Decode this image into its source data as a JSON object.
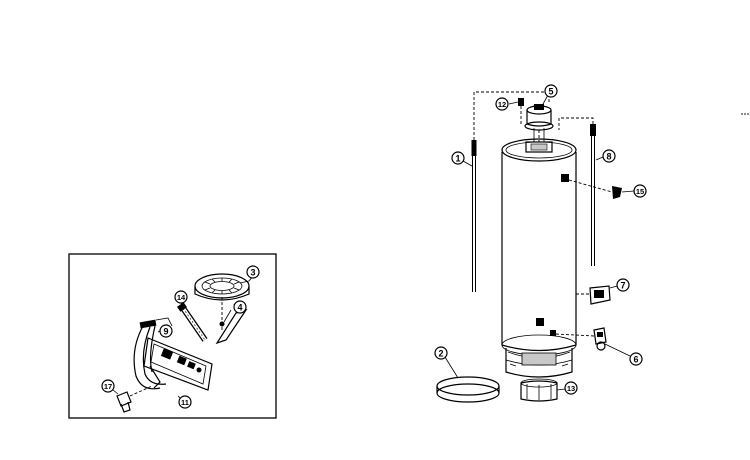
{
  "callouts": {
    "c1": "1",
    "c2": "2",
    "c3": "3",
    "c4": "4",
    "c5": "5",
    "c6": "6",
    "c7": "7",
    "c8": "8",
    "c9": "9",
    "c11": "11",
    "c12": "12",
    "c13": "13",
    "c14": "14",
    "c15": "15",
    "c17": "17"
  },
  "colors": {
    "line": "#000000",
    "background": "#ffffff",
    "shade": "#c8c8c8"
  }
}
